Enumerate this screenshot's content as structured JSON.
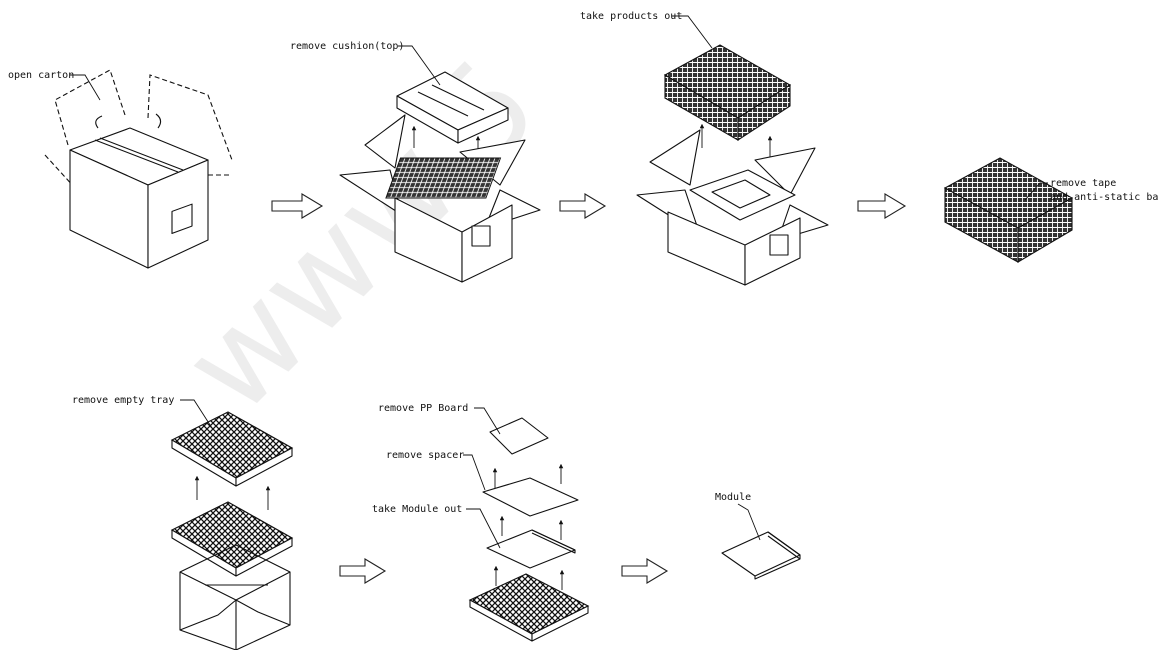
{
  "watermark": "www.5",
  "labels": {
    "open_carton": "open carton",
    "remove_cushion_top": "remove cushion(top)",
    "take_products_out": "take products out",
    "remove_tape_line1": "remove tape",
    "remove_tape_line2": "and anti-static bag",
    "remove_empty_tray": "remove empty tray",
    "remove_pp_board": "remove PP Board",
    "remove_spacer": "remove spacer",
    "take_module_out": "take Module out",
    "module": "Module"
  },
  "icons": {
    "flow_arrow": "hollow-right-arrow",
    "lift_arrow": "up-arrow"
  }
}
